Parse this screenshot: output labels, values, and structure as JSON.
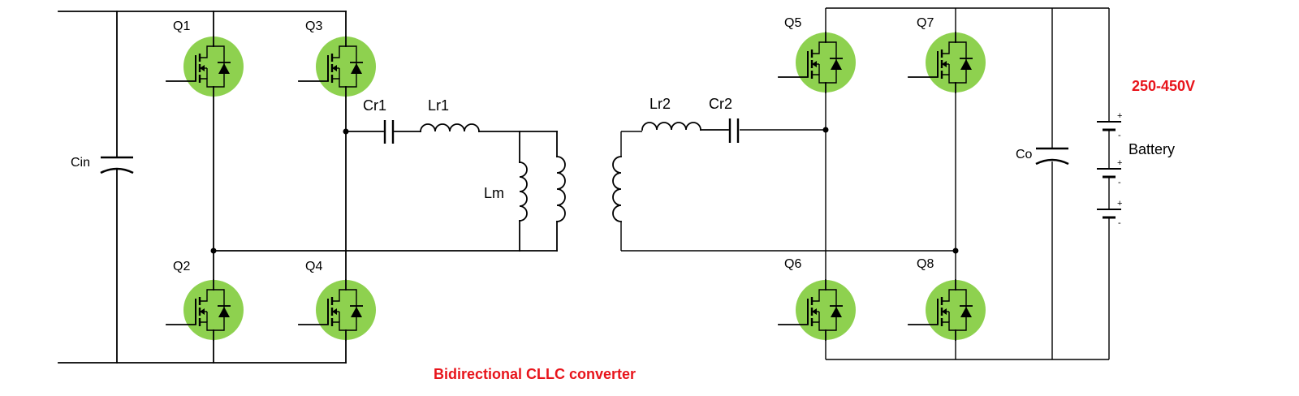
{
  "labels": {
    "Q1": "Q1",
    "Q2": "Q2",
    "Q3": "Q3",
    "Q4": "Q4",
    "Q5": "Q5",
    "Q6": "Q6",
    "Q7": "Q7",
    "Q8": "Q8",
    "Cin": "Cin",
    "Cr1": "Cr1",
    "Lr1": "Lr1",
    "Lm": "Lm",
    "Lr2": "Lr2",
    "Cr2": "Cr2",
    "Co": "Co",
    "Battery": "Battery"
  },
  "voltage_label": "250-450V",
  "caption": "Bidirectional CLLC converter",
  "colors": {
    "mosfet_fill": "#8ed14f",
    "accent_red": "#e8141b",
    "wire": "#000000"
  },
  "icons": {
    "mosfet": "mosfet-icon",
    "capacitor": "capacitor-icon",
    "inductor": "inductor-icon",
    "transformer": "transformer-icon",
    "battery": "battery-icon"
  }
}
